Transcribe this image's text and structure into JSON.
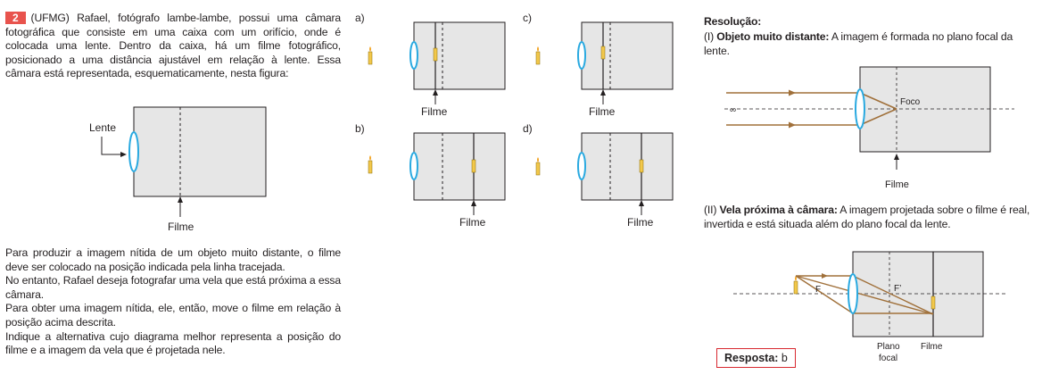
{
  "question": {
    "number": "2",
    "intro": "(UFMG) Rafael, fotógrafo lambe-lambe, possui uma câmara fotográfica que consiste em uma caixa com um orifício, onde é colocada uma lente. Dentro da caixa, há um filme fotográfico, posicionado a uma distância ajustável em relação à lente. Essa câmara está representada, esquematicamente, nesta figura:",
    "figure": {
      "lens_label": "Lente",
      "film_label": "Filme"
    },
    "para1": "Para produzir a imagem nítida de um objeto muito distante, o filme deve ser colocado na posição indicada pela linha tracejada.",
    "para2": "No entanto, Rafael deseja fotografar uma vela que está próxima a essa câmara.",
    "para3": "Para obter uma imagem nítida, ele, então, move o filme em relação à posição acima descrita.",
    "para4": "Indique a alternativa cujo diagrama melhor representa a posição do filme e a imagem da vela que é projetada nele."
  },
  "options": [
    {
      "letter": "a)",
      "film_label": "Filme"
    },
    {
      "letter": "c)",
      "film_label": "Filme"
    },
    {
      "letter": "b)",
      "film_label": "Filme"
    },
    {
      "letter": "d)",
      "film_label": "Filme"
    }
  ],
  "resolution": {
    "title": "Resolução:",
    "part1_prefix": "(I) ",
    "part1_bold": "Objeto muito distante:",
    "part1_text": " A imagem é formada no plano focal da lente.",
    "diagram1": {
      "infinity": "∞",
      "focus": "Foco",
      "film": "Filme"
    },
    "part2_prefix": "(II) ",
    "part2_bold": "Vela próxima à câmara:",
    "part2_text": " A imagem projetada sobre o filme é real, invertida e está situada além do plano focal da lente.",
    "diagram2": {
      "f_left": "F",
      "f_right": "F’",
      "plano": "Plano",
      "focal": "focal",
      "film": "Filme"
    },
    "answer_bold": "Resposta:",
    "answer_value": " b"
  },
  "colors": {
    "box_fill": "#e6e6e6",
    "lens": "#29a9e0",
    "ray": "#a0703a",
    "candle": "#f2c84b",
    "badge": "#e8534d",
    "answer_border": "#d8282f"
  }
}
